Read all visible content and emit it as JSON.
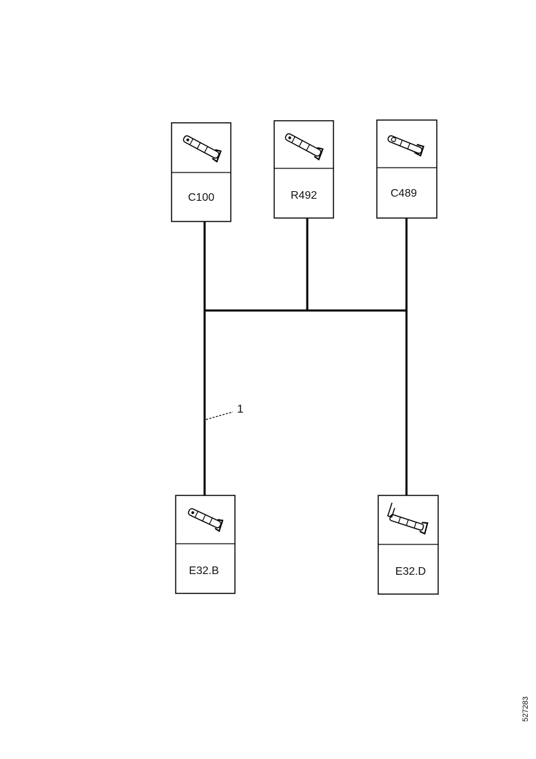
{
  "connectors": [
    {
      "id": "C100",
      "label": "C100",
      "icon": "straight-terminal-icon"
    },
    {
      "id": "R492",
      "label": "R492",
      "icon": "straight-terminal-icon"
    },
    {
      "id": "C489",
      "label": "C489",
      "icon": "straight-terminal-icon"
    },
    {
      "id": "E32B",
      "label": "E32.B",
      "icon": "straight-terminal-icon"
    },
    {
      "id": "E32D",
      "label": "E32.D",
      "icon": "angled-terminal-icon"
    }
  ],
  "callout": {
    "label": "1"
  },
  "document_id": "527283"
}
